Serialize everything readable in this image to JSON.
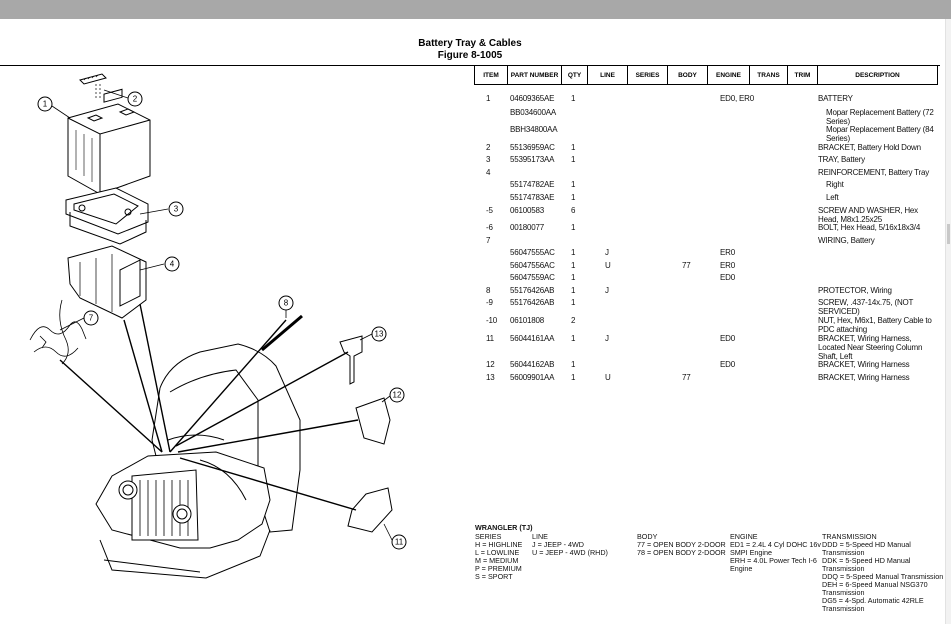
{
  "header": {
    "title": "Battery Tray & Cables",
    "figure": "Figure 8-1005"
  },
  "table": {
    "columns": [
      "ITEM",
      "PART NUMBER",
      "QTY",
      "LINE",
      "SERIES",
      "BODY",
      "ENGINE",
      "TRANS",
      "TRIM",
      "DESCRIPTION"
    ],
    "rows": [
      {
        "item": "1",
        "part": "04609365AE",
        "qty": "1",
        "line": "",
        "body": "",
        "engine": "ED0, ER0",
        "desc": "BATTERY"
      },
      {
        "item": "",
        "part": "BB034600AA",
        "qty": "",
        "line": "",
        "body": "",
        "engine": "",
        "desc": "Mopar Replacement Battery (72 Series)"
      },
      {
        "item": "",
        "part": "BBH34800AA",
        "qty": "",
        "line": "",
        "body": "",
        "engine": "",
        "desc": "Mopar Replacement Battery (84 Series)"
      },
      {
        "item": "2",
        "part": "55136959AC",
        "qty": "1",
        "line": "",
        "body": "",
        "engine": "",
        "desc": "BRACKET, Battery Hold Down"
      },
      {
        "item": "3",
        "part": "55395173AA",
        "qty": "1",
        "line": "",
        "body": "",
        "engine": "",
        "desc": "TRAY, Battery"
      },
      {
        "item": "4",
        "part": "",
        "qty": "",
        "line": "",
        "body": "",
        "engine": "",
        "desc": "REINFORCEMENT, Battery Tray"
      },
      {
        "item": "",
        "part": "55174782AE",
        "qty": "1",
        "line": "",
        "body": "",
        "engine": "",
        "desc": "Right"
      },
      {
        "item": "",
        "part": "55174783AE",
        "qty": "1",
        "line": "",
        "body": "",
        "engine": "",
        "desc": "Left"
      },
      {
        "item": "-5",
        "part": "06100583",
        "qty": "6",
        "line": "",
        "body": "",
        "engine": "",
        "desc": "SCREW AND WASHER, Hex Head, M8x1.25x25"
      },
      {
        "item": "-6",
        "part": "00180077",
        "qty": "1",
        "line": "",
        "body": "",
        "engine": "",
        "desc": "BOLT, Hex Head, 5/16x18x3/4"
      },
      {
        "item": "7",
        "part": "",
        "qty": "",
        "line": "",
        "body": "",
        "engine": "",
        "desc": "WIRING, Battery"
      },
      {
        "item": "",
        "part": "56047555AC",
        "qty": "1",
        "line": "J",
        "body": "",
        "engine": "ER0",
        "desc": ""
      },
      {
        "item": "",
        "part": "56047556AC",
        "qty": "1",
        "line": "U",
        "body": "77",
        "engine": "ER0",
        "desc": ""
      },
      {
        "item": "",
        "part": "56047559AC",
        "qty": "1",
        "line": "",
        "body": "",
        "engine": "ED0",
        "desc": ""
      },
      {
        "item": "8",
        "part": "55176426AB",
        "qty": "1",
        "line": "J",
        "body": "",
        "engine": "",
        "desc": "PROTECTOR, Wiring"
      },
      {
        "item": "-9",
        "part": "55176426AB",
        "qty": "1",
        "line": "",
        "body": "",
        "engine": "",
        "desc": "SCREW, .437-14x.75, (NOT SERVICED)"
      },
      {
        "item": "-10",
        "part": "06101808",
        "qty": "2",
        "line": "",
        "body": "",
        "engine": "",
        "desc": "NUT, Hex, M6x1, Battery Cable to PDC attaching"
      },
      {
        "item": "11",
        "part": "56044161AA",
        "qty": "1",
        "line": "J",
        "body": "",
        "engine": "ED0",
        "desc": "BRACKET, Wiring Harness, Located Near Steering Column Shaft, Left"
      },
      {
        "item": "12",
        "part": "56044162AB",
        "qty": "1",
        "line": "",
        "body": "",
        "engine": "ED0",
        "desc": "BRACKET, Wiring Harness"
      },
      {
        "item": "13",
        "part": "56009901AA",
        "qty": "1",
        "line": "U",
        "body": "77",
        "engine": "",
        "desc": "BRACKET, Wiring Harness"
      }
    ]
  },
  "legend": {
    "model": "WRANGLER (TJ)",
    "series_title": "SERIES",
    "series": [
      "H = HIGHLINE",
      "L = LOWLINE",
      "M = MEDIUM",
      "P = PREMIUM",
      "S = SPORT"
    ],
    "line_title": "LINE",
    "line": [
      "J = JEEP - 4WD",
      "U = JEEP - 4WD (RHD)"
    ],
    "body_title": "BODY",
    "body": [
      "77 = OPEN BODY 2-DOOR",
      "78 = OPEN BODY 2-DOOR"
    ],
    "engine_title": "ENGINE",
    "engine": [
      "ED1 = 2.4L 4 Cyl DOHC 16v",
      "SMPI Engine",
      "ERH = 4.0L Power Tech I-6",
      "Engine"
    ],
    "trans_title": "TRANSMISSION",
    "trans": [
      "DDD = 5-Speed HD Manual",
      "Transmission",
      "DDK = 5-Speed HD Manual",
      "Transmission",
      "DDQ = 5-Speed Manual Transmission",
      "DEH = 6-Speed Manual NSG370",
      "Transmission",
      "DG5 = 4-Spd. Automatic 42RLE",
      "Transmission"
    ]
  },
  "callouts": [
    "1",
    "2",
    "3",
    "4",
    "7",
    "8",
    "13",
    "12",
    "11"
  ]
}
